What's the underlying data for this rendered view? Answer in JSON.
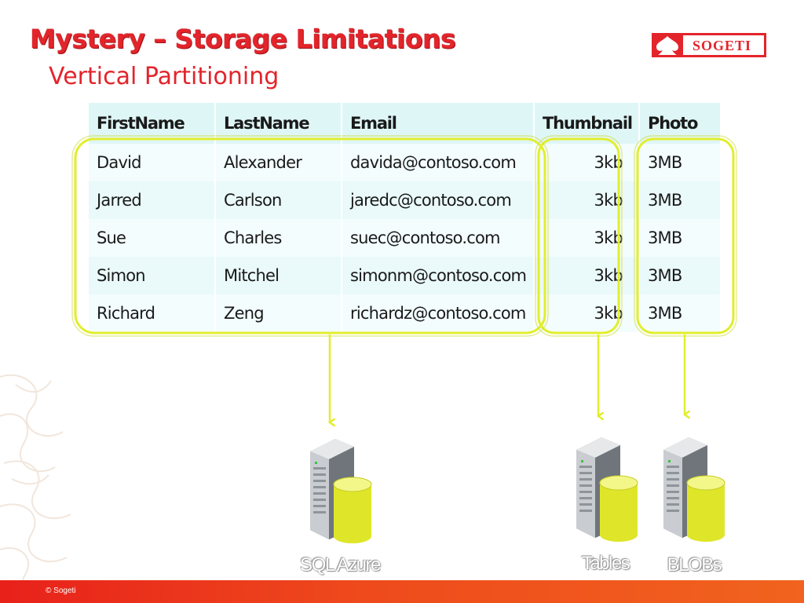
{
  "slide": {
    "title": "Mystery – Storage Limitations",
    "subtitle": "Vertical Partitioning"
  },
  "logo": {
    "text": "SOGETI"
  },
  "table": {
    "headers": [
      "FirstName",
      "LastName",
      "Email",
      "Thumbnail",
      "Photo"
    ],
    "rows": [
      [
        "David",
        "Alexander",
        "davida@contoso.com",
        "3kb",
        "3MB"
      ],
      [
        "Jarred",
        "Carlson",
        "jaredc@contoso.com",
        "3kb",
        "3MB"
      ],
      [
        "Sue",
        "Charles",
        "suec@contoso.com",
        "3kb",
        "3MB"
      ],
      [
        "Simon",
        "Mitchel",
        "simonm@contoso.com",
        "3kb",
        "3MB"
      ],
      [
        "Richard",
        "Zeng",
        "richardz@contoso.com",
        "3kb",
        "3MB"
      ]
    ]
  },
  "storage": {
    "sql": "SQL Azure",
    "tables": "Tables",
    "blobs": "BLOBs"
  },
  "footer": {
    "text": "© Sogeti"
  },
  "colors": {
    "title_red": "#e3242b",
    "highlight_yellow": "#e2ee2c",
    "footer_orange": "#ee4a1c",
    "table_bg": "#eefbfc"
  },
  "icons": [
    "watermark-pattern",
    "sogeti-spade-logo",
    "server-icon",
    "database-cylinder-icon",
    "down-arrow"
  ]
}
